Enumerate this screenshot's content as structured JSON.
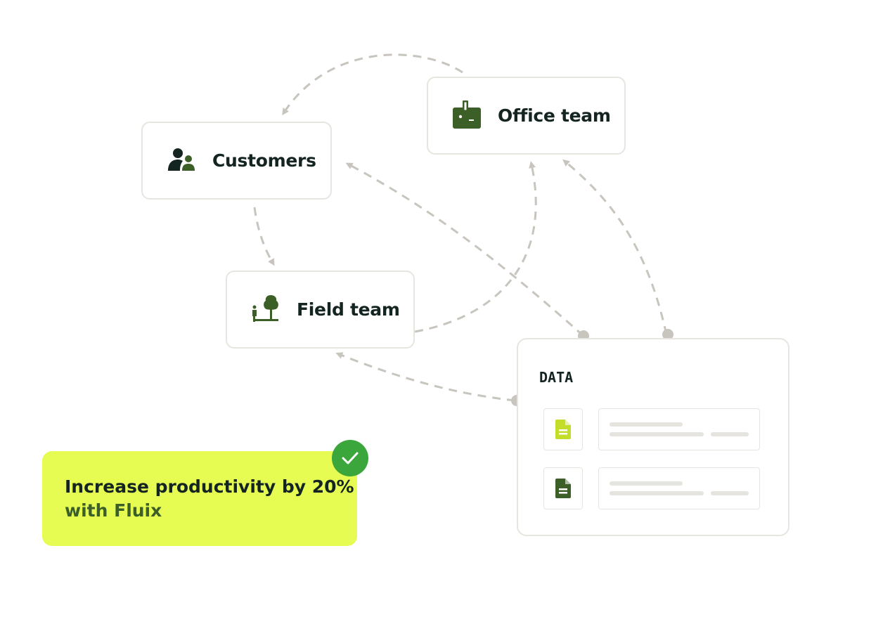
{
  "nodes": {
    "customers": {
      "label": "Customers",
      "icon": "users-icon"
    },
    "office_team": {
      "label": "Office team",
      "icon": "badge-icon"
    },
    "field_team": {
      "label": "Field team",
      "icon": "tree-person-icon"
    }
  },
  "data_panel": {
    "title": "DATA",
    "files": [
      {
        "icon": "document-icon",
        "color": "#c4dd2a"
      },
      {
        "icon": "document-icon",
        "color": "#3c5e27"
      }
    ]
  },
  "callout": {
    "line1": "Increase productivity by 20%",
    "line2": "with Fluix",
    "badge_icon": "check-icon",
    "background": "#e6fc52"
  },
  "colors": {
    "accent_dark": "#3c5e27",
    "text": "#142421",
    "connector": "#c8c5bf",
    "check": "#3aa63c"
  }
}
